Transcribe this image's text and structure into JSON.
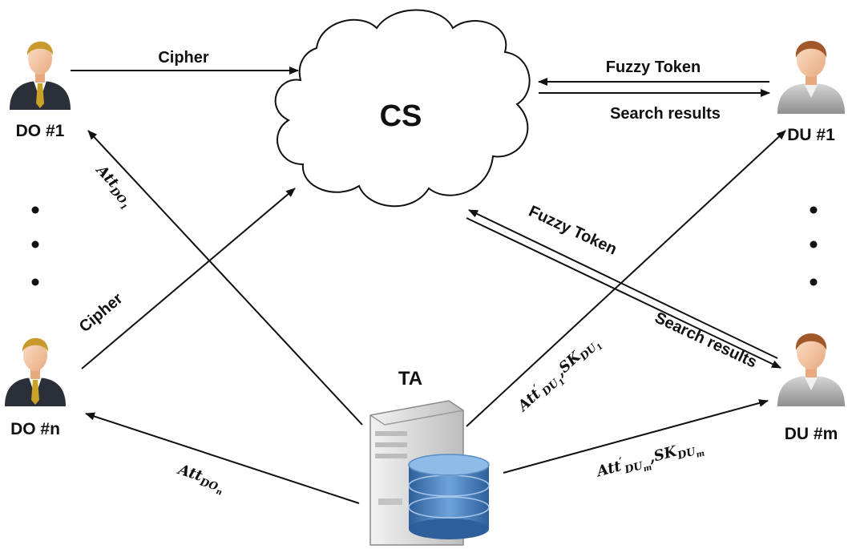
{
  "nodes": {
    "cs": {
      "label": "CS"
    },
    "ta": {
      "label": "TA"
    },
    "do1": {
      "label": "DO #1"
    },
    "don": {
      "label": "DO #n"
    },
    "du1": {
      "label": "DU #1"
    },
    "dum": {
      "label": "DU #m"
    }
  },
  "edges": {
    "do1_cipher": "Cipher",
    "don_cipher": "Cipher",
    "du1_token": "Fuzzy Token",
    "du1_results": "Search results",
    "dum_token": "Fuzzy Token",
    "dum_results": "Search results",
    "att_do1": {
      "base": "Att",
      "sub": "DO",
      "subsub": "1"
    },
    "att_don": {
      "base": "Att",
      "sub": "DO",
      "subsub": "n"
    },
    "att_du1": {
      "base": "Att",
      "prime": "′",
      "sub": "DU",
      "subsub": "1",
      "sep": ",",
      "sk": "SK",
      "sk_sub": "DU",
      "sk_subsub": "1"
    },
    "att_dum": {
      "base": "Att",
      "prime": "′",
      "sub": "DU",
      "subsub": "m",
      "sep": ",",
      "sk": "SK",
      "sk_sub": "DU",
      "sk_subsub": "m"
    }
  },
  "colors": {
    "suit": "#2b2f38",
    "tie_gold": "#c9a227",
    "skin": "#f3c7a6",
    "hair_blonde": "#c89a2e",
    "hair_brown": "#a0582a",
    "du_shirt": "#b7b7b7",
    "db_blue": "#3e78b8",
    "server_gray": "#dcdcdc"
  }
}
